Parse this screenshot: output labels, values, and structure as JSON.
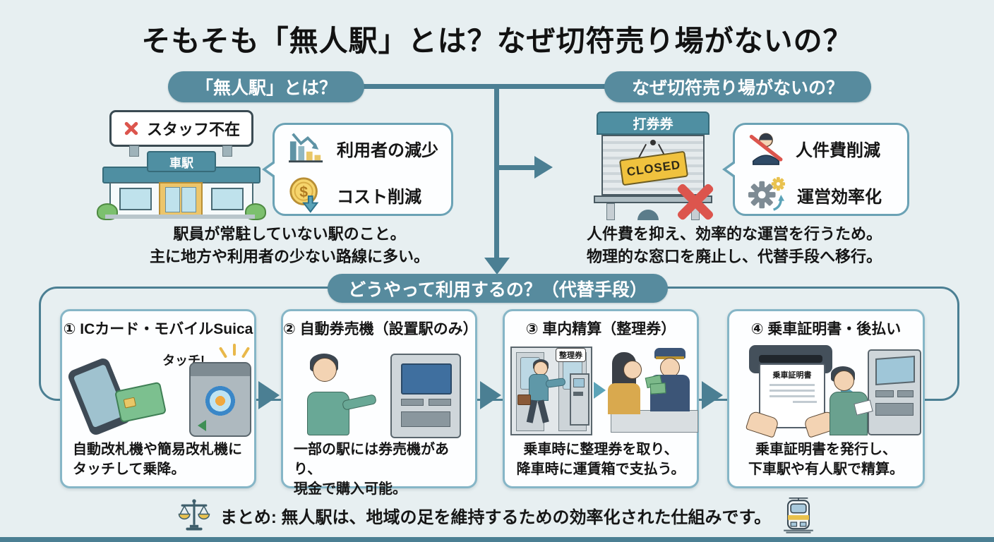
{
  "title": "そもそも「無人駅」とは？なぜ切符売り場がないの？",
  "colors": {
    "background": "#e7eff1",
    "pill_teal": "#578b9e",
    "connector_teal": "#4b7f93",
    "card_border": "#86b6c7",
    "alert_red": "#dc554d",
    "sign_yellow": "#f0c23e"
  },
  "left_section": {
    "header": "「無人駅」とは？",
    "station": {
      "banner": "スタッフ不在",
      "name_sign": "車駅"
    },
    "bubble": [
      {
        "icon": "declining-chart-icon",
        "label": "利用者の減少"
      },
      {
        "icon": "cost-down-coin-icon",
        "label": "コスト削減"
      }
    ],
    "caption_line1": "駅員が常駐していない駅のこと。",
    "caption_line2": "主に地方や利用者の少ない路線に多い。"
  },
  "right_section": {
    "header": "なぜ切符売り場がないの？",
    "booth": {
      "sign": "打券券",
      "closed_sign": "CLOSED"
    },
    "bubble": [
      {
        "icon": "no-staff-icon",
        "label": "人件費削減"
      },
      {
        "icon": "gears-icon",
        "label": "運営効率化"
      }
    ],
    "caption_line1": "人件費を抑え、効率的な運営を行うため。",
    "caption_line2": "物理的な窓口を廃止し、代替手段へ移行。"
  },
  "methods": {
    "header": "どうやって利用するの？（代替手段）",
    "cards": [
      {
        "title": "① ICカード・モバイルSuica",
        "labels": {
          "touch": "タッチ!"
        },
        "caption_line1": "自動改札機や簡易改札機に",
        "caption_line2": "タッチして乗降。"
      },
      {
        "title": "② 自動券売機（設置駅のみ）",
        "caption_line1": "一部の駅には券売機があり、",
        "caption_line2": "現金で購入可能。"
      },
      {
        "title": "③ 車内精算（整理券）",
        "labels": {
          "ticket": "整理券"
        },
        "caption_line1": "乗車時に整理券を取り、",
        "caption_line2": "降車時に運賃箱で支払う。"
      },
      {
        "title": "④ 乗車証明書・後払い",
        "labels": {
          "certificate": "乗車証明書"
        },
        "caption_line1": "乗車証明書を発行し、",
        "caption_line2": "下車駅や有人駅で精算。"
      }
    ]
  },
  "summary": {
    "text": "まとめ: 無人駅は、地域の足を維持するための効率化された仕組みです。"
  }
}
